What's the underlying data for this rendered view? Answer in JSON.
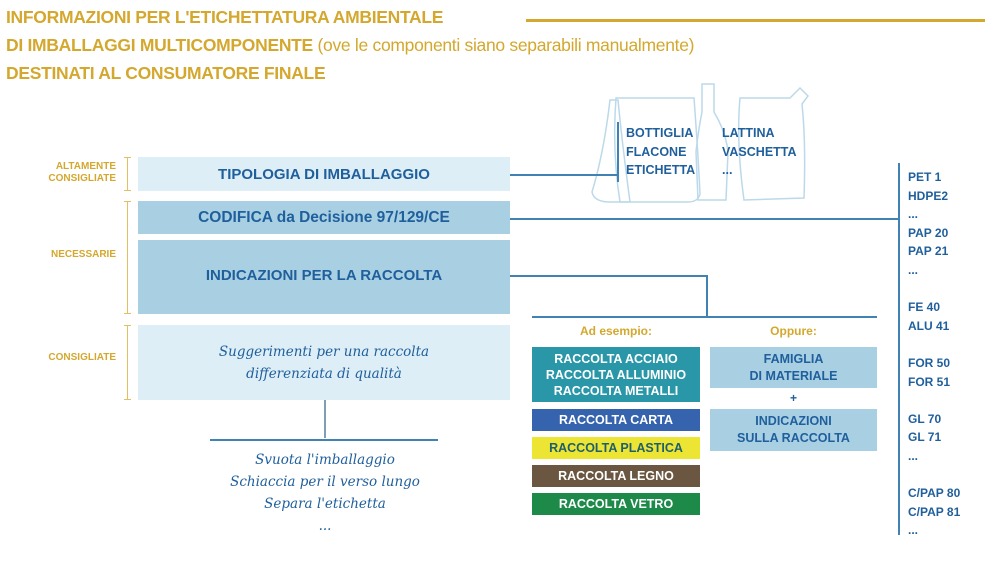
{
  "title": {
    "line1": "INFORMAZIONI PER L'ETICHETTATURA AMBIENTALE",
    "line2_bold": "DI IMBALLAGGI MULTICOMPONENTE",
    "line2_rest": "(ove le componenti siano separabili manualmente)",
    "line3": "DESTINATI AL CONSUMATORE FINALE"
  },
  "levels": {
    "altamente": [
      "ALTAMENTE",
      "CONSIGLIATE"
    ],
    "necessarie": "NECESSARIE",
    "consigliate": "CONSIGLIATE"
  },
  "boxes": {
    "tipologia": "TIPOLOGIA DI IMBALLAGGIO",
    "codifica": "CODIFICA da Decisione 97/129/CE",
    "indicazioni": "INDICAZIONI PER LA RACCOLTA",
    "suggerimenti": [
      "Suggerimenti per una raccolta",
      "differenziata di qualità"
    ]
  },
  "packaging_types": [
    "BOTTIGLIA",
    "FLACONE",
    "ETICHETTA",
    "LATTINA",
    "VASCHETTA",
    "..."
  ],
  "tips": [
    "Svuota l'imballaggio",
    "Schiaccia per il verso lungo",
    "Separa l'etichetta",
    "..."
  ],
  "examples": {
    "heading": "Ad esempio:",
    "items": [
      {
        "lines": [
          "RACCOLTA ACCIAIO",
          "RACCOLTA ALLUMINIO",
          "RACCOLTA METALLI"
        ],
        "color": "#2a97a8"
      },
      {
        "lines": [
          "RACCOLTA CARTA"
        ],
        "color": "#3563ae"
      },
      {
        "lines": [
          "RACCOLTA PLASTICA"
        ],
        "color": "#ece534"
      },
      {
        "lines": [
          "RACCOLTA LEGNO"
        ],
        "color": "#6b5741"
      },
      {
        "lines": [
          "RACCOLTA VETRO"
        ],
        "color": "#1d8a4a"
      }
    ]
  },
  "alternative": {
    "heading": "Oppure:",
    "box1": [
      "FAMIGLIA",
      "DI MATERIALE"
    ],
    "plus": "+",
    "box2": [
      "INDICAZIONI",
      "SULLA RACCOLTA"
    ]
  },
  "codes": [
    "PET 1",
    "HDPE2",
    "...",
    "PAP 20",
    "PAP 21",
    "...",
    "",
    "FE 40",
    "ALU 41",
    "",
    "FOR 50",
    "FOR 51",
    "",
    "GL 70",
    "GL 71",
    "...",
    "",
    "C/PAP 80",
    "C/PAP 81",
    "..."
  ]
}
